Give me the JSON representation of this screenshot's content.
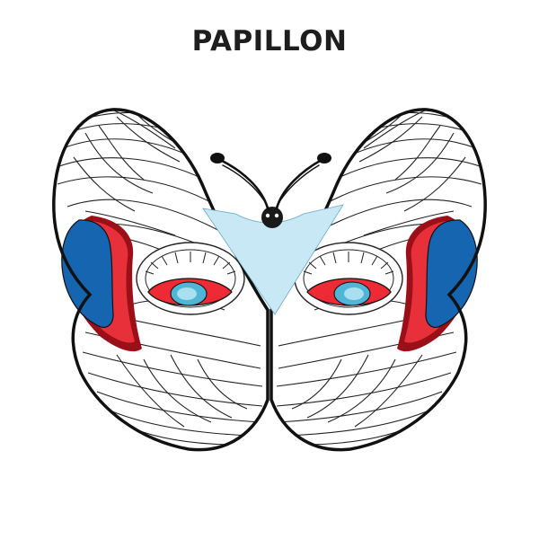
{
  "title": "PAPILLON",
  "colors": {
    "outline": "#111111",
    "line": "#222222",
    "wing_fill": "#ffffff",
    "body_fill": "#c8e8f6",
    "blue_patch": "#1565b0",
    "red_patch": "#e8303a",
    "dark_red": "#9b1018",
    "eye_red": "#ee2b34",
    "eye_teal": "#4fb6d8",
    "eye_light": "#a9e0ef"
  },
  "icons": [
    "butterfly-illustration",
    "antenna",
    "eyespot"
  ]
}
